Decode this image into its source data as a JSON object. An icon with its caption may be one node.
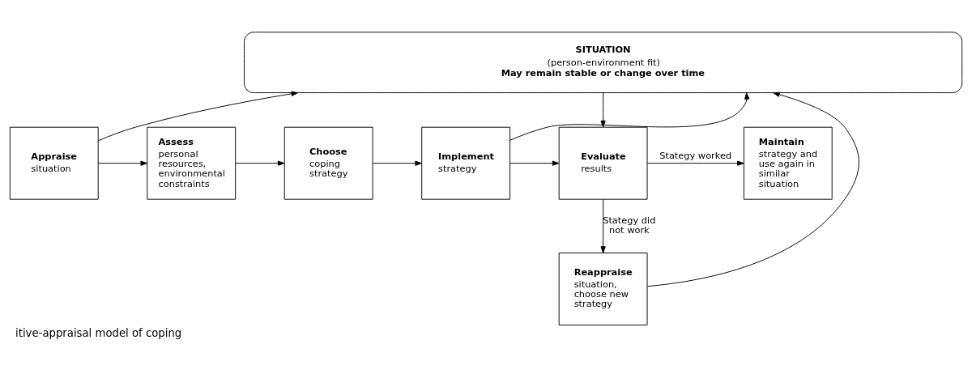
{
  "diagram": {
    "caption": "itive-appraisal model of coping",
    "nodes": [
      {
        "text": [
          "SITUATION",
          "(person-environment fit)",
          "May remain stable or change over time"
        ]
      },
      {
        "text": [
          "Appraise",
          "situation"
        ]
      },
      {
        "text": [
          "Assess",
          "personal resources, environmental constraints"
        ]
      },
      {
        "text": [
          "Choose",
          "coping strategy"
        ]
      },
      {
        "text": [
          "Implement",
          "strategy"
        ]
      },
      {
        "text": [
          "Evaluate",
          "results"
        ]
      },
      {
        "text": [
          "Maintain",
          "strategy and use again in similar situation"
        ]
      },
      {
        "text": [
          "Reappraise",
          "situation, choose new strategy"
        ]
      }
    ],
    "edges": [
      {
        "from": 1,
        "to": 0,
        "arrow": "to"
      },
      {
        "from": 1,
        "to": 2,
        "arrow": "to"
      },
      {
        "from": 2,
        "to": 3,
        "arrow": "to"
      },
      {
        "from": 3,
        "to": 4,
        "arrow": "to"
      },
      {
        "from": 4,
        "to": 0,
        "arrow": "to"
      },
      {
        "from": 4,
        "to": 5,
        "arrow": "to"
      },
      {
        "from": 0,
        "to": 5,
        "arrow": "to"
      },
      {
        "from": 5,
        "to": 6,
        "arrow": "to",
        "label": "Stategy worked"
      },
      {
        "from": 5,
        "to": 7,
        "arrow": "to",
        "label": "Stategy did not work"
      },
      {
        "from": 7,
        "to": 0,
        "arrow": "to"
      }
    ]
  }
}
